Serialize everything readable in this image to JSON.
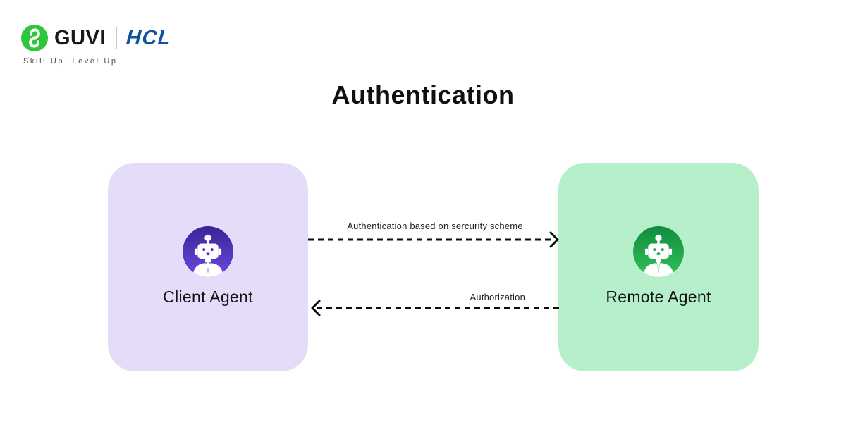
{
  "brand": {
    "guvi_name": "GUVI",
    "partner_name": "HCL",
    "tagline": "Skill Up. Level Up",
    "colors": {
      "guvi_green": "#2ec73c",
      "hcl_blue": "#0f549e"
    }
  },
  "title": "Authentication",
  "diagram": {
    "nodes": [
      {
        "id": "client-agent",
        "label": "Client Agent",
        "box_color": "#e5dcfa",
        "icon": "robot-icon",
        "icon_gradient": [
          "#3c2296",
          "#6b49e2"
        ]
      },
      {
        "id": "remote-agent",
        "label": "Remote Agent",
        "box_color": "#b6f0cb",
        "icon": "robot-icon",
        "icon_gradient": [
          "#0f8c3e",
          "#35c05a"
        ]
      }
    ],
    "arrows": [
      {
        "from": "client-agent",
        "to": "remote-agent",
        "direction": "right",
        "style": "dashed",
        "color": "#0e0e0e",
        "label": "Authentication based on sercurity scheme"
      },
      {
        "from": "remote-agent",
        "to": "client-agent",
        "direction": "left",
        "style": "dashed",
        "color": "#0e0e0e",
        "label": "Authorization"
      }
    ]
  }
}
